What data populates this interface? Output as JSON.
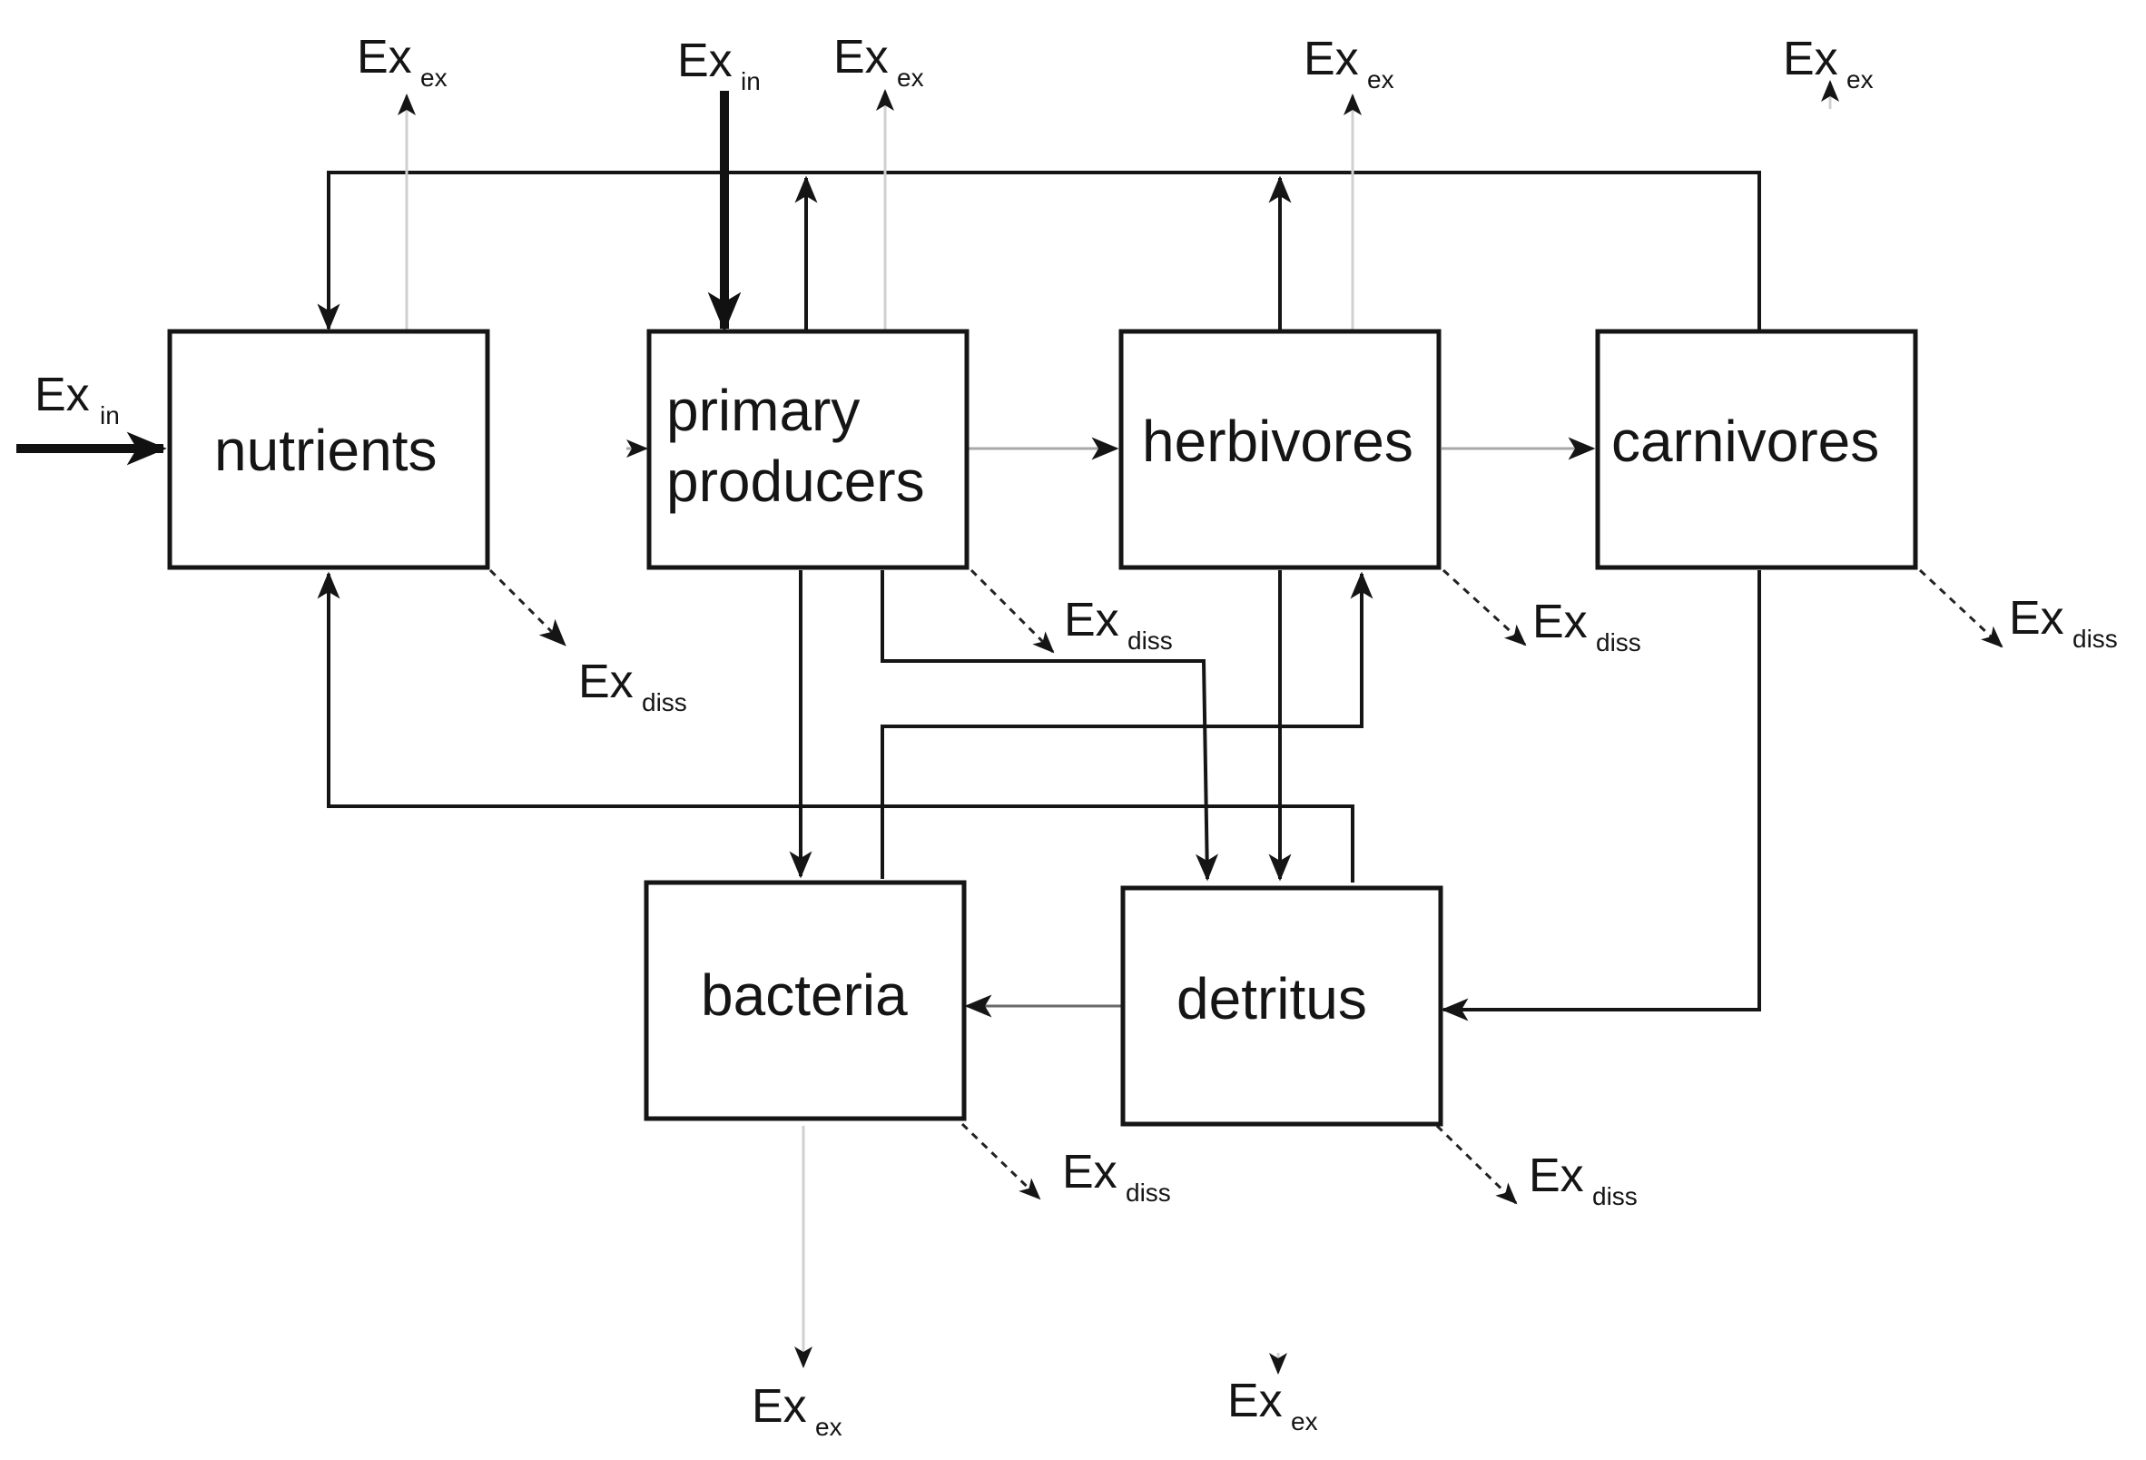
{
  "compartments": {
    "nutrients": "nutrients",
    "primary_producers_line1": "primary",
    "primary_producers_line2": "producers",
    "herbivores": "herbivores",
    "carnivores": "carnivores",
    "bacteria": "bacteria",
    "detritus": "detritus"
  },
  "exergy_labels": {
    "main": "Ex",
    "input_sub": "in",
    "export_sub": "ex",
    "dissipation_sub": "diss"
  },
  "colors": {
    "line": "#151515",
    "light_flow": "#a8a8a8",
    "faint_flow": "#d0d0d0"
  }
}
